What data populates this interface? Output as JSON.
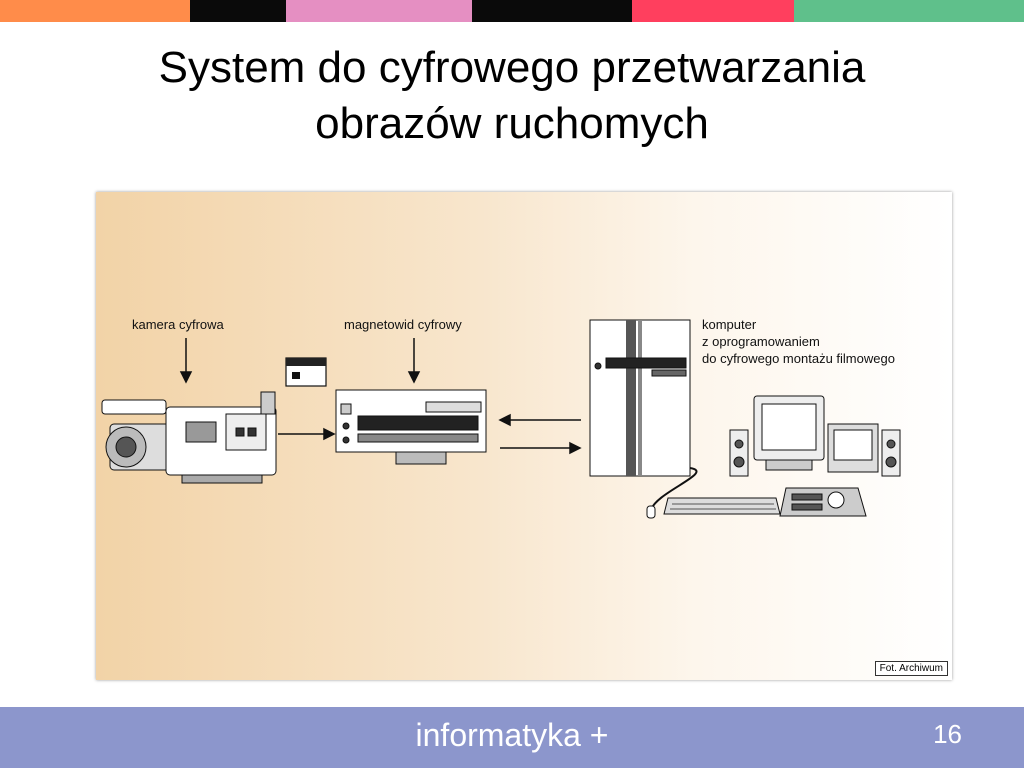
{
  "slide": {
    "title_line1": "System do cyfrowego przetwarzania",
    "title_line2": "obrazów ruchomych",
    "footer_text": "informatyka +",
    "page_number": "16"
  },
  "figure": {
    "label_camera": "kamera cyfrowa",
    "label_vcr": "magnetowid cyfrowy",
    "label_computer": "komputer\nz oprogramowaniem\ndo cyfrowego montażu filmowego",
    "credit": "Fot. Archiwum"
  },
  "colors": {
    "bar_segments": [
      "#ff8c4a",
      "#0a0a0a",
      "#e58fc2",
      "#0a0a0a",
      "#ff3f5e",
      "#5fc08b"
    ],
    "footer_bg": "#8c96cc"
  }
}
